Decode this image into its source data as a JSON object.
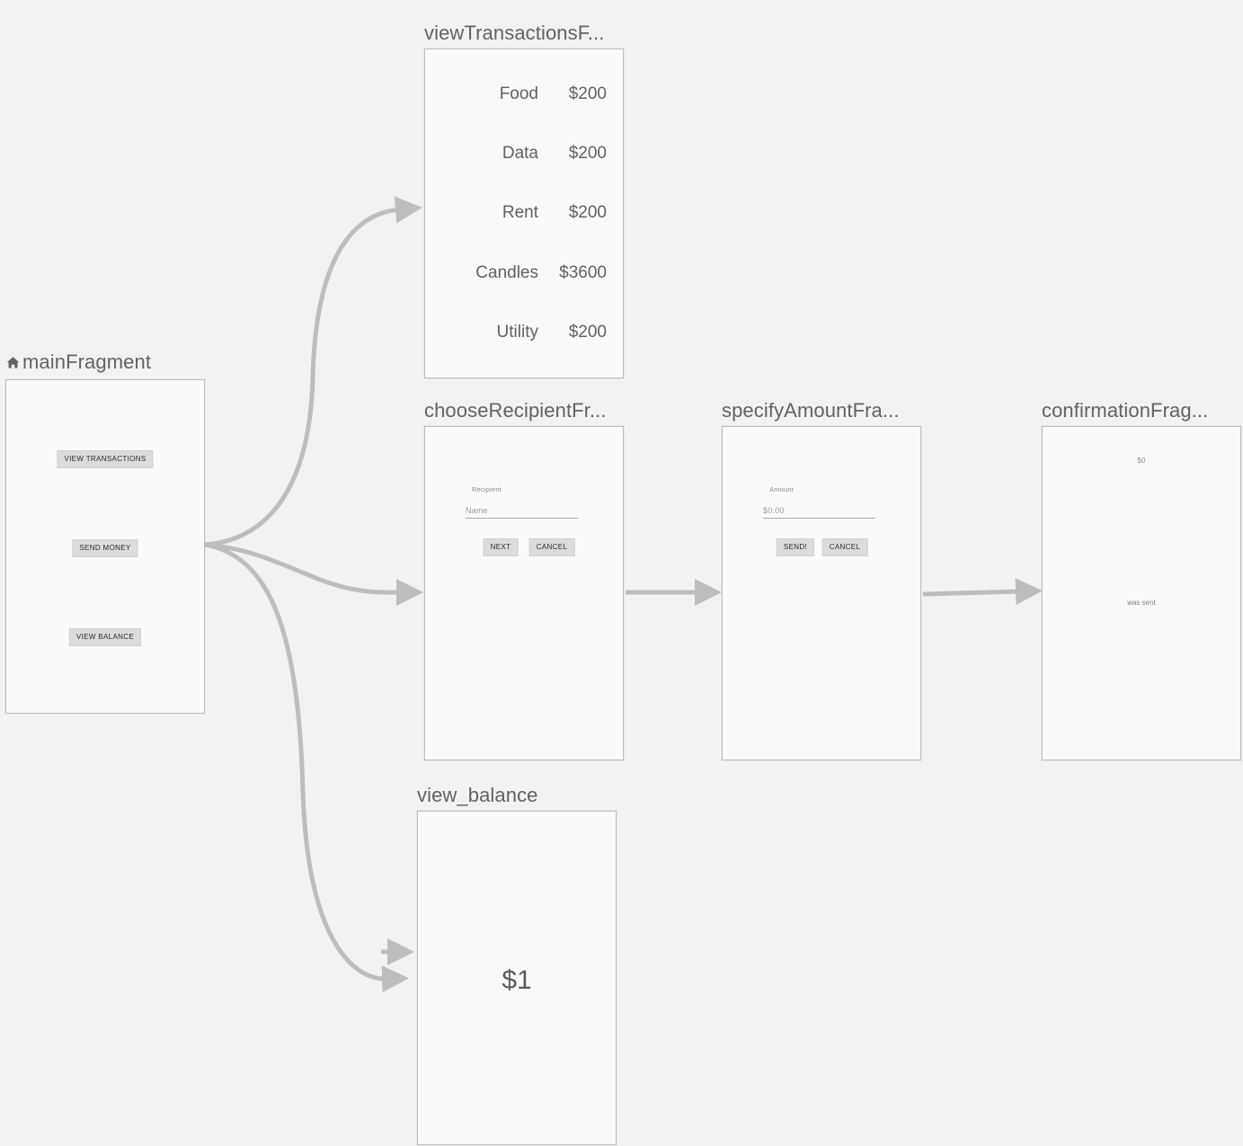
{
  "graph": {
    "background_color": "#f2f2f2",
    "node_fill": "#fafafa",
    "node_border": "#bdbdbd",
    "edge_color": "#bdbdbd",
    "label_color": "#5f6368"
  },
  "nodes": {
    "main": {
      "label": "mainFragment",
      "is_start": true,
      "start_icon": "home-icon",
      "buttons": [
        {
          "label": "VIEW TRANSACTIONS",
          "name": "view-transactions-button"
        },
        {
          "label": "SEND MONEY",
          "name": "send-money-button"
        },
        {
          "label": "VIEW BALANCE",
          "name": "view-balance-button"
        }
      ]
    },
    "transactions": {
      "label": "viewTransactionsF...",
      "rows": [
        {
          "name": "Food",
          "amount": "$200"
        },
        {
          "name": "Data",
          "amount": "$200"
        },
        {
          "name": "Rent",
          "amount": "$200"
        },
        {
          "name": "Candles",
          "amount": "$3600"
        },
        {
          "name": "Utility",
          "amount": "$200"
        }
      ]
    },
    "choose_recipient": {
      "label": "chooseRecipientFr...",
      "field_label": "Recipient",
      "field_placeholder": "Name",
      "primary_button": "NEXT",
      "secondary_button": "CANCEL"
    },
    "specify_amount": {
      "label": "specifyAmountFra...",
      "field_label": "Amount",
      "field_placeholder": "$0.00",
      "primary_button": "SEND!",
      "secondary_button": "CANCEL"
    },
    "confirmation": {
      "label": "confirmationFrag...",
      "amount": "$0",
      "subtitle": "was sent"
    },
    "view_balance": {
      "label": "view_balance",
      "amount": "$1"
    }
  },
  "edges": [
    {
      "name": "main-to-transactions",
      "from": "main",
      "to": "transactions"
    },
    {
      "name": "main-to-choose-recipient",
      "from": "main",
      "to": "choose_recipient"
    },
    {
      "name": "main-to-view-balance",
      "from": "main",
      "to": "view_balance"
    },
    {
      "name": "choose-recipient-to-specify-amount",
      "from": "choose_recipient",
      "to": "specify_amount"
    },
    {
      "name": "specify-amount-to-confirmation",
      "from": "specify_amount",
      "to": "confirmation"
    },
    {
      "name": "stub-to-view-balance",
      "from": "main",
      "to": "view_balance"
    }
  ]
}
